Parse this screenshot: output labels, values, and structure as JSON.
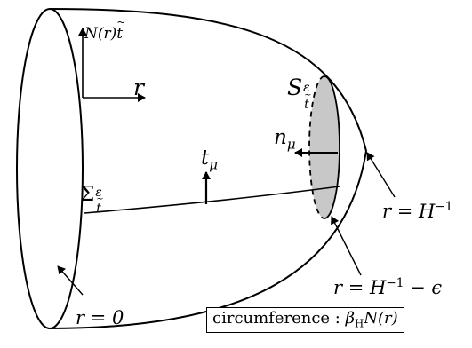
{
  "labels": {
    "normal_label": {
      "pre": "N(r)",
      "base": "t",
      "hat": "~"
    },
    "r_arrow": "r",
    "S_label": {
      "base": "S",
      "sup": "ε",
      "sub_base": "t",
      "sub_hat": "~"
    },
    "n_mu": {
      "base": "n",
      "sub": "μ"
    },
    "t_mu": {
      "base": "t",
      "sub": "μ"
    },
    "Sigma_label": {
      "base": "Σ",
      "sup": "ε",
      "sub_base": "t",
      "sub_hat": "~"
    },
    "r_H_inv": {
      "lhs": "r = H",
      "exp": "−1"
    },
    "r_H_inv_eps": {
      "lhs": "r = H",
      "exp": "−1",
      "rest": " − ϵ"
    },
    "r_zero": "r = 0",
    "circumference": {
      "text": "circumference : ",
      "beta": "β",
      "beta_sub": "H",
      "rest": "N(r)"
    }
  },
  "colors": {
    "stroke": "#000000",
    "shaded_disk": "#c8c8c8"
  }
}
